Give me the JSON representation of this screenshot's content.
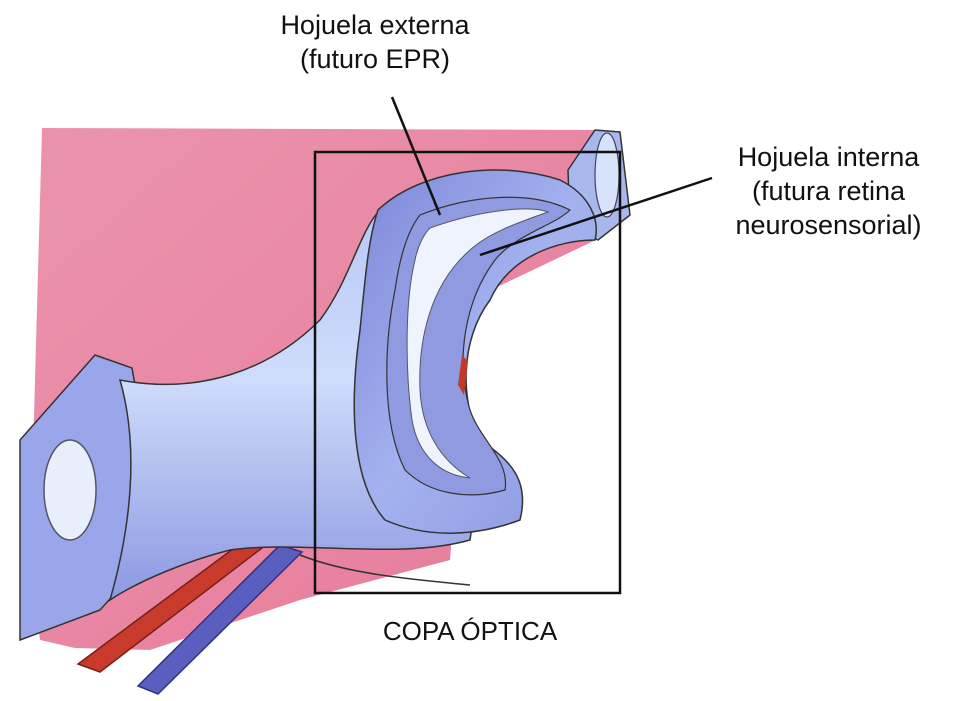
{
  "labels": {
    "outer_layer": {
      "line1": "Hojuela externa",
      "line2": "(futuro EPR)"
    },
    "inner_layer": {
      "line1": "Hojuela interna",
      "line2": "(futura retina",
      "line3": "neurosensorial)"
    },
    "optic_cup": "COPA ÓPTICA"
  },
  "colors": {
    "background_tissue": "#e97d9c",
    "stalk_body": "#a9b7ef",
    "stalk_shadow": "#7c86d8",
    "cup_highlight": "#d6e3fb",
    "inner_layer": "#8f9ae0",
    "vessel_red": "#c73a2c",
    "vessel_blue": "#5a5fbf",
    "outline": "#111111"
  }
}
